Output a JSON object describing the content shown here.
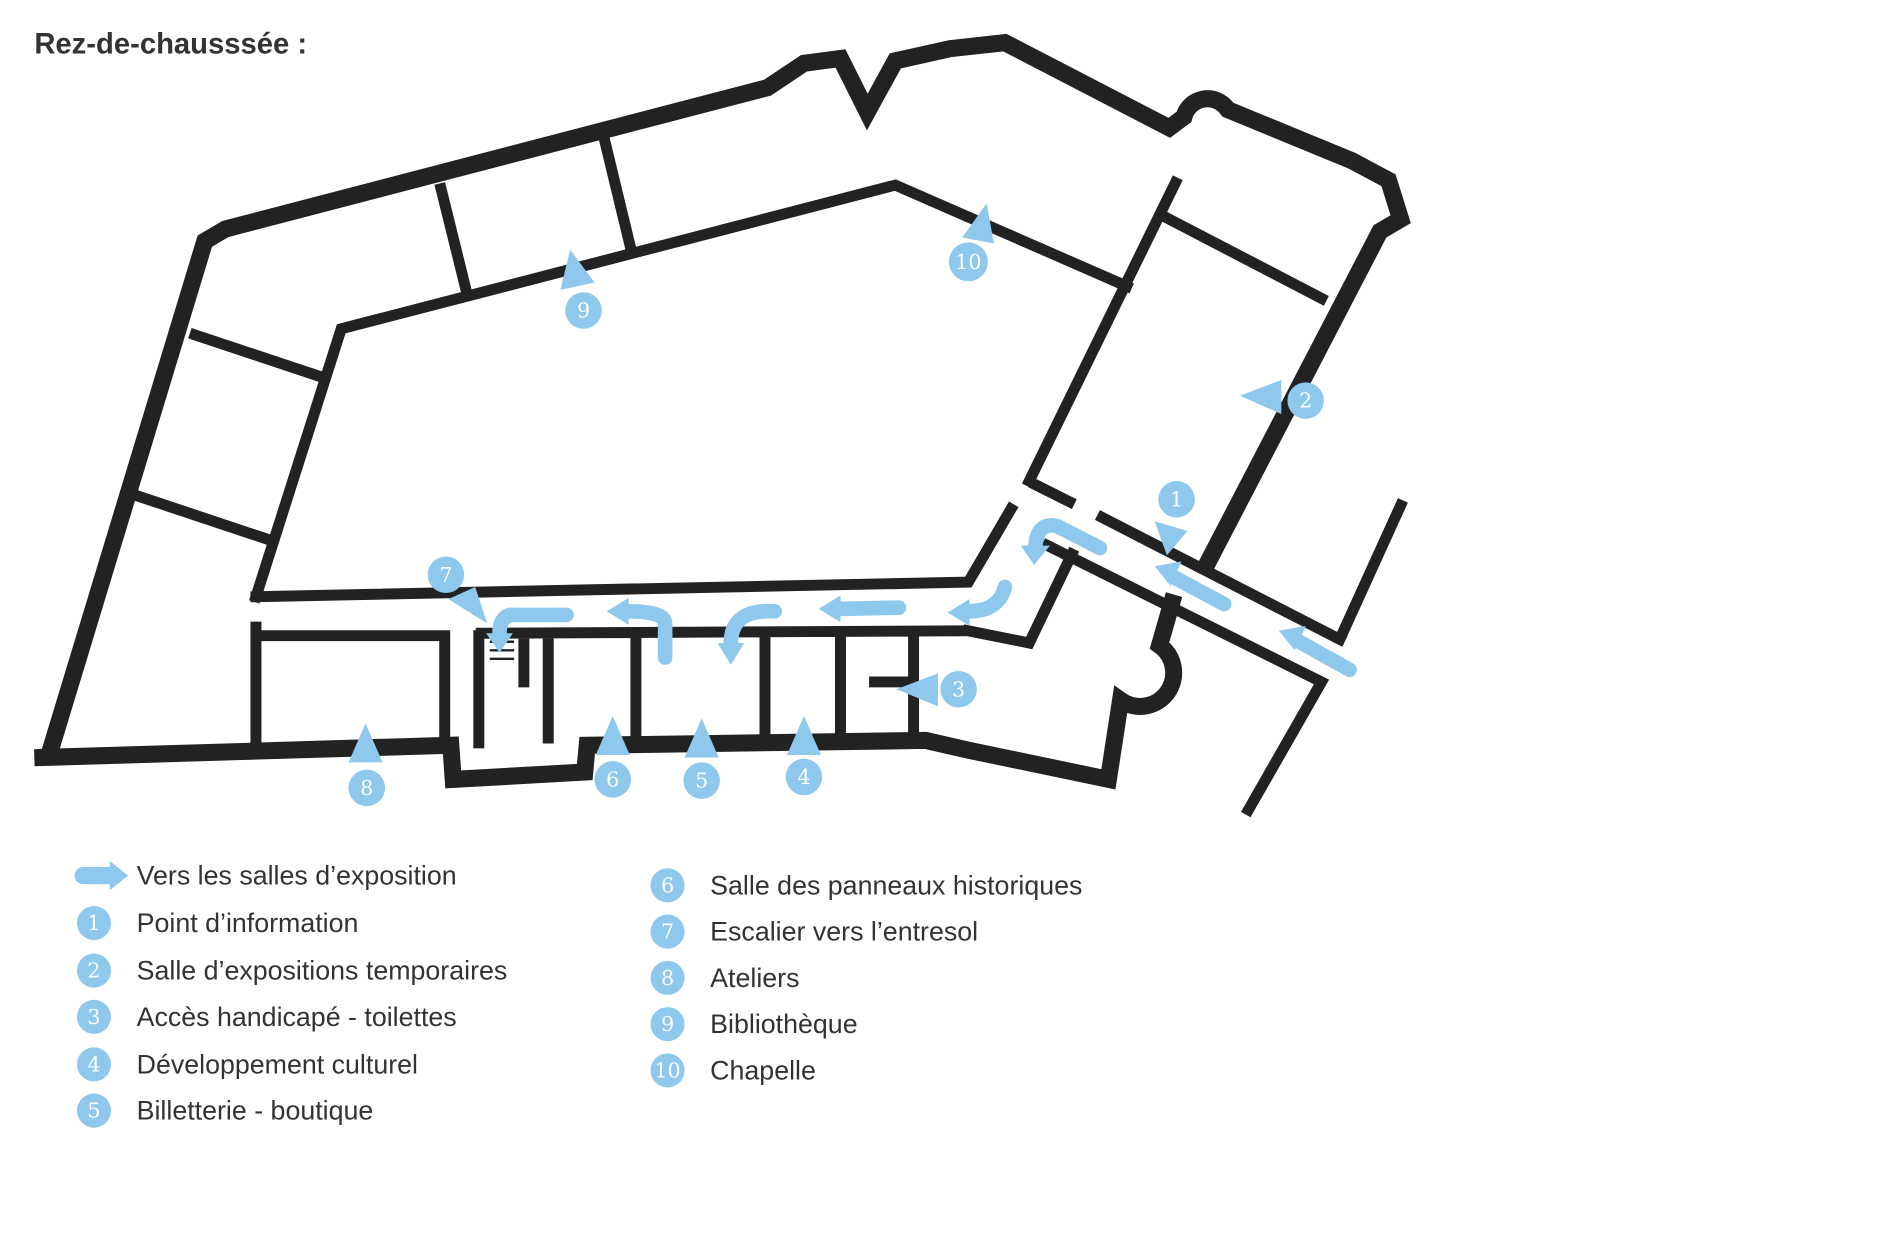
{
  "title": "Rez-de-chausssée :",
  "colors": {
    "accent": "#8ec8ec",
    "wall": "#222222",
    "text": "#333333"
  },
  "legend": {
    "arrow_label": "Vers les salles d’exposition",
    "items": [
      {
        "num": "1",
        "label": "Point d’information"
      },
      {
        "num": "2",
        "label": "Salle d’expositions temporaires"
      },
      {
        "num": "3",
        "label": "Accès handicapé - toilettes"
      },
      {
        "num": "4",
        "label": "Développement culturel"
      },
      {
        "num": "5",
        "label": "Billetterie - boutique"
      },
      {
        "num": "6",
        "label": "Salle des panneaux historiques"
      },
      {
        "num": "7",
        "label": "Escalier vers l’entresol"
      },
      {
        "num": "8",
        "label": "Ateliers"
      },
      {
        "num": "9",
        "label": "Bibliothèque"
      },
      {
        "num": "10",
        "label": "Chapelle"
      }
    ]
  }
}
